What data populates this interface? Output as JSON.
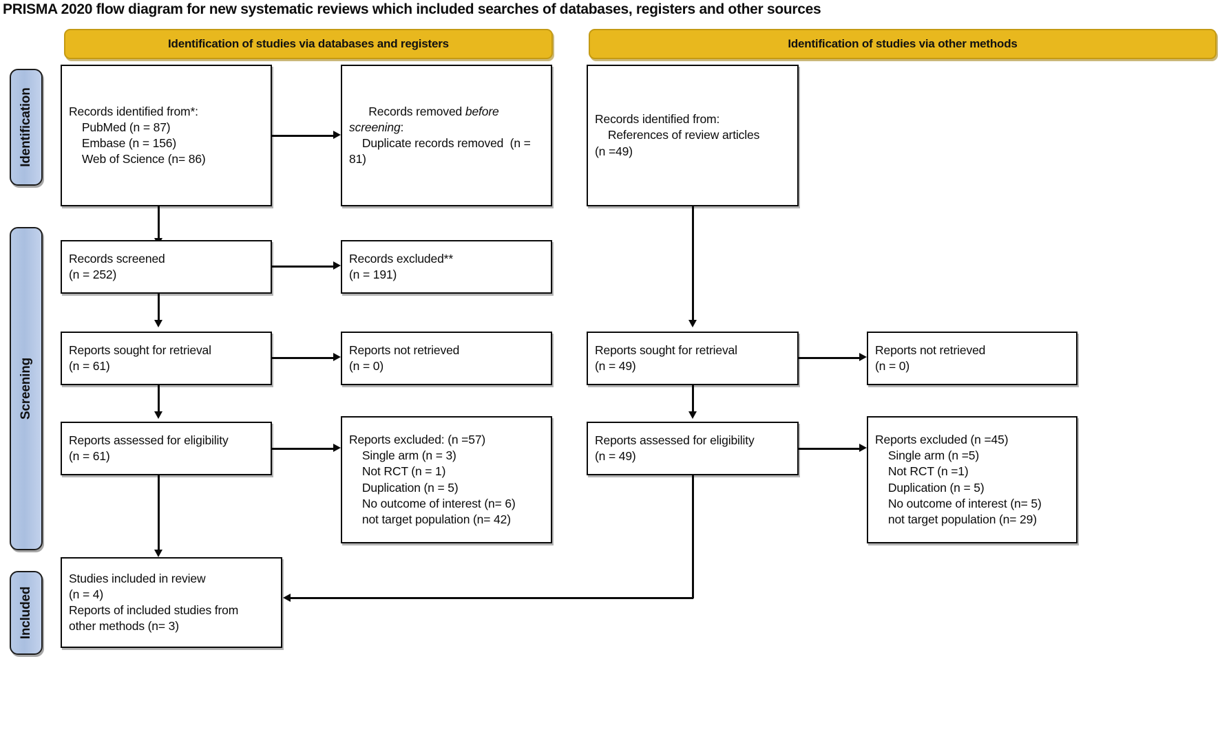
{
  "title": "PRISMA 2020 flow diagram for new systematic reviews which included searches of databases, registers and other sources",
  "banners": {
    "left": "Identification of studies via databases and registers",
    "right": "Identification of studies via other methods"
  },
  "stages": [
    {
      "key": "identification",
      "label": "Identification"
    },
    {
      "key": "screening",
      "label": "Screening"
    },
    {
      "key": "included",
      "label": "Included"
    }
  ],
  "boxes": {
    "records_identified": {
      "line1": "Records identified from*:",
      "line2": "PubMed (n = 87)",
      "line3": "Embase (n = 156)",
      "line4": "Web of Science (n= 86)",
      "text": "Records identified from*:\n    PubMed (n = 87)\n    Embase (n = 156)\n    Web of Science (n= 86)"
    },
    "records_removed": {
      "head_a": "Records removed ",
      "head_italic": "before screening",
      "head_b": ":",
      "body": "\n    Duplicate records removed  (n = 81)"
    },
    "records_screened": {
      "text": "Records screened\n(n = 252)"
    },
    "records_excluded": {
      "text": "Records excluded**\n(n = 191)"
    },
    "reports_sought_left": {
      "text": "Reports sought for retrieval\n(n = 61)"
    },
    "reports_not_retrieved_left": {
      "text": "Reports not retrieved\n(n = 0)"
    },
    "reports_assessed_left": {
      "text": "Reports assessed for eligibility\n(n = 61)"
    },
    "reports_excluded_left": {
      "text": "Reports excluded: (n =57)\n    Single arm (n = 3)\n    Not RCT (n = 1)\n    Duplication (n = 5)\n    No outcome of interest (n= 6)\n    not target population (n= 42)"
    },
    "records_identified_other": {
      "text": "Records identified from:\n    References of review articles\n(n =49)"
    },
    "reports_sought_right": {
      "text": "Reports sought for retrieval\n(n = 49)"
    },
    "reports_not_retrieved_right": {
      "text": "Reports not retrieved\n(n = 0)"
    },
    "reports_assessed_right": {
      "text": "Reports assessed for eligibility\n(n = 49)"
    },
    "reports_excluded_right": {
      "text": "Reports excluded (n =45)\n    Single arm (n =5)\n    Not RCT (n =1)\n    Duplication (n = 5)\n    No outcome of interest (n= 5)\n    not target population (n= 29)"
    },
    "studies_included": {
      "text": "Studies included in review\n(n = 4)\nReports of included studies from\nother methods (n= 3)"
    }
  },
  "colors": {
    "banner_fill": "#e8b81e",
    "banner_border": "#c49a13",
    "stage_fill": "#b6c9e6",
    "box_border": "#0a0a0a",
    "text": "#0b0b0b",
    "page_bg": "#ffffff"
  }
}
